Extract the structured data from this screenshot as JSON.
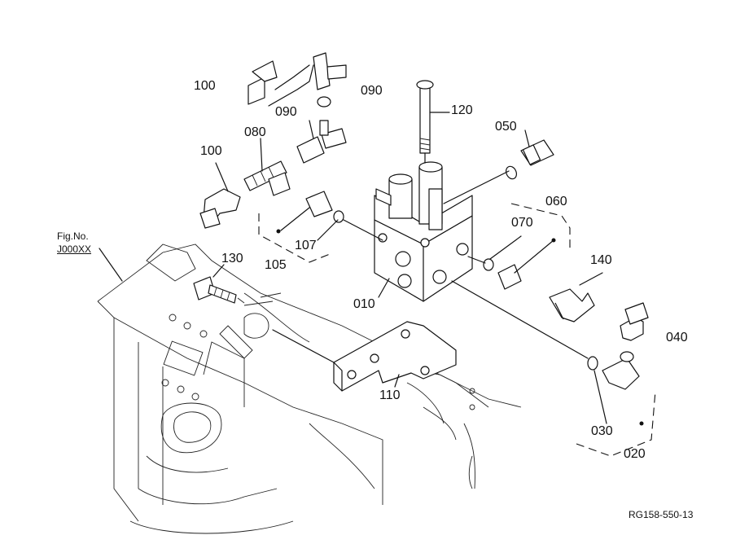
{
  "figure_ref": {
    "line1": "Fig.No.",
    "line2": "J000XX"
  },
  "drawing_code": "RG158-550-13",
  "callouts": {
    "c100a": "100",
    "c090a": "090",
    "c090b": "090",
    "c080": "080",
    "c100b": "100",
    "c120": "120",
    "c050": "050",
    "c060": "060",
    "c070": "070",
    "c107": "107",
    "c105": "105",
    "c130": "130",
    "c140": "140",
    "c010": "010",
    "c040": "040",
    "c110": "110",
    "c030": "030",
    "c020": "020"
  }
}
